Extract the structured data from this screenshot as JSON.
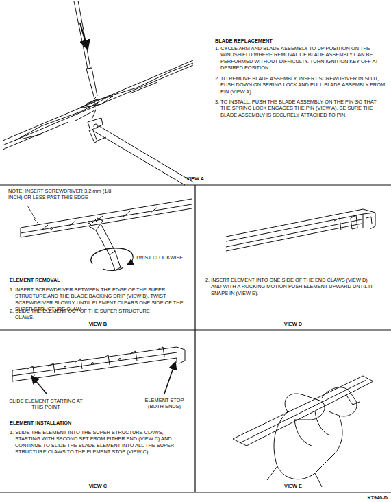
{
  "diagram": {
    "labels": [
      "BLADE REPLACEMENT",
      "1. CYCLE ARM AND BLADE ASSEMBLY TO UP POSITION ON THE WINDSHIELD WHERE REMOVAL OF BLADE ASSEMBLY CAN BE PERFORMED WITHOUT DIFFICULTY. TURN IGNITION KEY OFF AT DESIRED POSITION.",
      "2. TO REMOVE BLADE ASSEMBLY, INSERT SCREWDRIVER IN SLOT, PUSH DOWN ON SPRING LOCK AND PULL BLADE ASSEMBLY FROM PIN (VIEW A)",
      "3. TO INSTALL, PUSH THE BLADE ASSEMBLY ON THE PIN SO THAT THE SPRING LOCK ENGAGES THE PIN (VIEW A). BE SURE THE BLADE ASSEMBLY IS SECURELY ATTACHED TO PIN.",
      "VIEW A",
      "NOTE: INSERT SCREWDRIVER 3.2 mm (1/8 INCH) OR LESS PAST THIS EDGE",
      "TWIST CLOCKWISE",
      "ELEMENT REMOVAL",
      "1. INSERT SCREWDRIVER BETWEEN THE EDGE OF THE SUPER STRUCTURE AND THE BLADE BACKING DRIP (VIEW B). TWIST SCREWDRIVER SLOWLY UNTIL ELEMENT CLEARS ONE SIDE OF THE SUPER STRUCTURE CLAW.",
      "2. SLIDE THE ELEMENT OUT OF THE SUPER STRUCTURE CLAWS.",
      "VIEW B",
      "2. INSERT ELEMENT INTO ONE SIDE OF THE END CLAWS (VIEW D) AND WITH A ROCKING MOTION PUSH ELEMENT UPWARD UNTIL IT SNAPS IN (VIEW E).",
      "VIEW D",
      "SLIDE ELEMENT STARTING AT THIS POINT",
      "ELEMENT STOP (BOTH ENDS)",
      "ELEMENT INSTALLATION",
      "1. SLIDE THE ELEMENT INTO THE SUPER STRUCTURE CLAWS, STARTING WITH SECOND SET FROM EITHER END (VIEW C) AND CONTINUE TO SLIDE THE BLADE ELEMENT INTO ALL THE SUPER STRUCTURE CLAWS TO THE ELEMENT STOP (VIEW C).",
      "VIEW C",
      "VIEW E",
      "K7940-D"
    ]
  }
}
